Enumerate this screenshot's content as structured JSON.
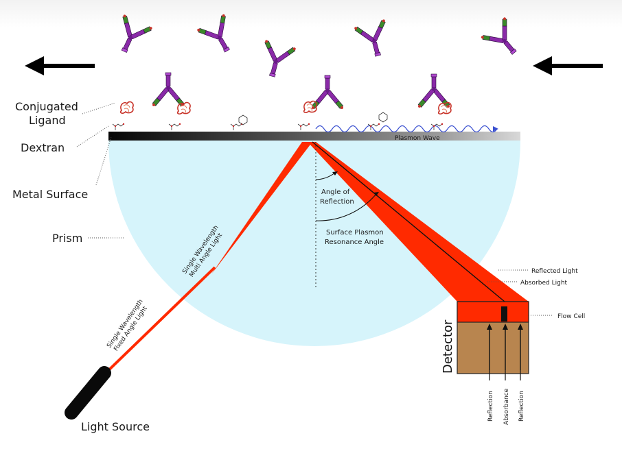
{
  "labels": {
    "conjugated_ligand_1": "Conjugated",
    "conjugated_ligand_2": "Ligand",
    "dextran": "Dextran",
    "metal_surface": "Metal Surface",
    "prism": "Prism",
    "plasmon_wave": "Plasmon Wave",
    "angle_of_reflection_1": "Angle of",
    "angle_of_reflection_2": "Reflection",
    "spr_angle_1": "Surface Plasmon",
    "spr_angle_2": "Resonance Angle",
    "multi_angle_1": "Single Wavelength",
    "multi_angle_2": "Multi Angle Light",
    "fixed_angle_1": "Single Wavelength",
    "fixed_angle_2": "Fixed Angle Light",
    "reflected_light": "Reflected Light",
    "absorbed_light": "Absorbed Light",
    "flow_cell": "Flow Cell",
    "detector": "Detector",
    "light_source": "Light Source",
    "reflection_left": "Reflection",
    "absorbance": "Absorbance",
    "reflection_right": "Reflection"
  },
  "colors": {
    "beam": "#ff2a00",
    "prism": "#d6f4fb",
    "detector_body": "#b8854f",
    "antibody_purple": "#8a2aa8",
    "antibody_green": "#3a8a2a",
    "ligand_red": "#c8342a",
    "wave": "#3a50d0"
  },
  "icons": {
    "flow_arrow_left": "arrow-left-icon",
    "flow_arrow_right": "arrow-left-icon",
    "antibody": "antibody-icon",
    "ligand": "protein-ligand-icon",
    "dextran": "dextran-molecule-icon"
  }
}
